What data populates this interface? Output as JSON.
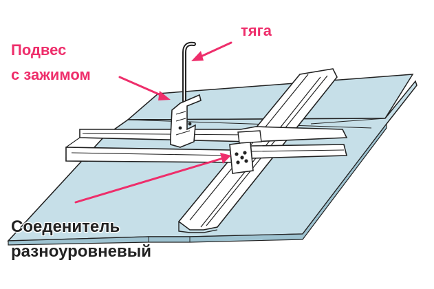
{
  "labels": {
    "rod": "тяга",
    "hanger_line1": "Подвес",
    "hanger_line2": "с зажимом",
    "connector_line1": "Соеденитель",
    "connector_line2": "разноуровневый"
  },
  "colors": {
    "accent": "#ee2e6b",
    "panel_fill": "#c6dfe8",
    "outline": "#222222",
    "profile_fill": "#ffffff"
  },
  "icons": {
    "arrow": "pink-pointer-arrow"
  }
}
